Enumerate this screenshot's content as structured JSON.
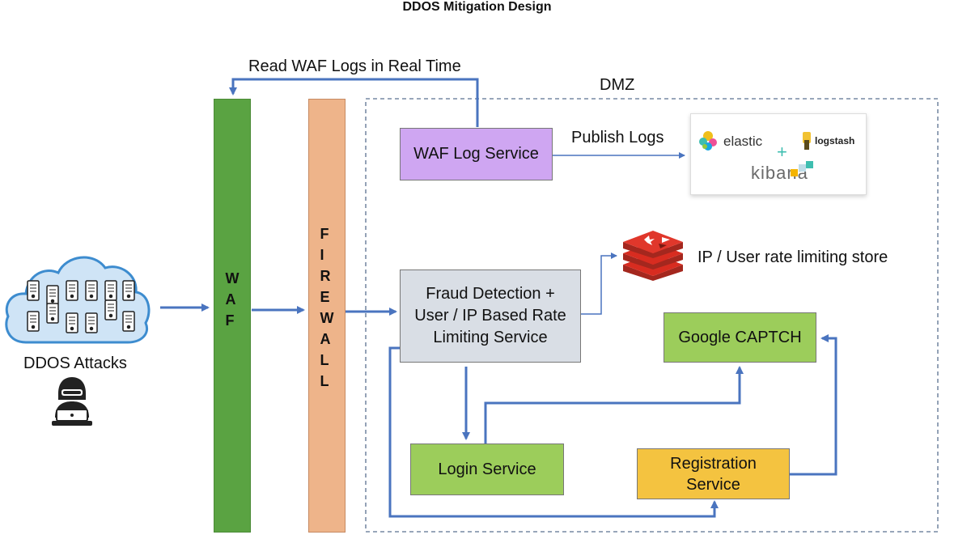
{
  "title": "DDOS Mitigation Design",
  "read_logs_label": "Read WAF Logs in Real Time",
  "dmz_label": "DMZ",
  "publish_logs_label": "Publish Logs",
  "waf": {
    "letters": [
      "W",
      "A",
      "F"
    ],
    "color": "#5aa342"
  },
  "firewall": {
    "letters": [
      "F",
      "I",
      "R",
      "E",
      "W",
      "A",
      "L",
      "L"
    ],
    "color": "#eeb48a"
  },
  "waf_log_service": {
    "label": "WAF Log Service",
    "color": "#cfa6f2"
  },
  "fraud_detection": {
    "line1": "Fraud Detection +",
    "line2": "User / IP Based Rate",
    "line3": "Limiting Service",
    "color": "#d9dee5"
  },
  "rate_store_label": "IP / User rate limiting store",
  "google_captcha": {
    "label": "Google CAPTCH",
    "color": "#9ccd5b"
  },
  "login_service": {
    "label": "Login Service",
    "color": "#9ccd5b"
  },
  "registration_service": {
    "line1": "Registration",
    "line2": "Service",
    "color": "#f4c340"
  },
  "ddos_label": "DDOS Attacks",
  "elk": {
    "elastic": "elastic",
    "plus": "+",
    "logstash": "logstash",
    "kibana": "kibana"
  },
  "colors": {
    "arrow": "#4a74bf",
    "dmz_border": "#5a7090"
  }
}
